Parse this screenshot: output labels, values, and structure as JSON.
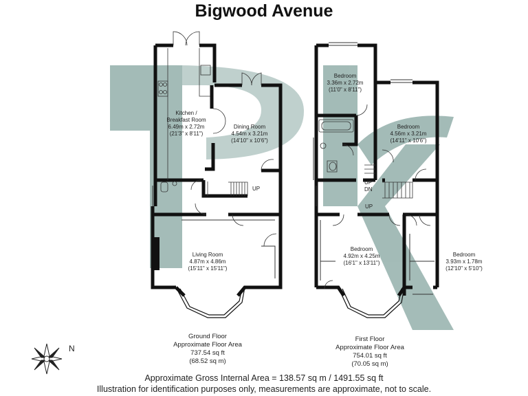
{
  "title": "Bigwood Avenue",
  "watermark_color": "#9fb8b4",
  "wall_color": "#111111",
  "ground_floor": {
    "rooms": [
      {
        "name": "Kitchen /",
        "name2": "Breakfast Room",
        "dim_m": "6.49m x 2.72m",
        "dim_ft": "(21'3\" x 8'11\")"
      },
      {
        "name": "Dining Room",
        "dim_m": "4.54m x 3.21m",
        "dim_ft": "(14'10\" x 10'6\")"
      },
      {
        "name": "Living Room",
        "dim_m": "4.87m x 4.86m",
        "dim_ft": "(15'11\" x 15'11\")"
      }
    ],
    "stair_label": "UP",
    "info": {
      "line1": "Ground Floor",
      "line2": "Approximate Floor Area",
      "line3": "737.54 sq ft",
      "line4": "(68.52 sq m)"
    }
  },
  "first_floor": {
    "rooms": [
      {
        "name": "Bedroom",
        "dim_m": "3.36m x 2.72m",
        "dim_ft": "(11'0\" x 8'11\")"
      },
      {
        "name": "Bedroom",
        "dim_m": "4.56m x 3.21m",
        "dim_ft": "(14'11\" x 10'6\")"
      },
      {
        "name": "Bedroom",
        "dim_m": "4.92m x 4.25m",
        "dim_ft": "(16'1\" x 13'11\")"
      },
      {
        "name": "Bedroom",
        "dim_m": "3.93m x 1.78m",
        "dim_ft": "(12'10\" x 5'10\")"
      }
    ],
    "stair_up1": "UP",
    "stair_dn": "DN",
    "stair_up2": "UP",
    "info": {
      "line1": "First Floor",
      "line2": "Approximate Floor Area",
      "line3": "754.01 sq ft",
      "line4": "(70.05 sq m)"
    }
  },
  "compass": {
    "label": "N",
    "icon": "compass-rose-icon"
  },
  "gross_area": "Approximate Gross Internal Area = 138.57 sq m / 1491.55 sq ft",
  "disclaimer": "Illustration for identification purposes only, measurements are approximate, not to scale."
}
